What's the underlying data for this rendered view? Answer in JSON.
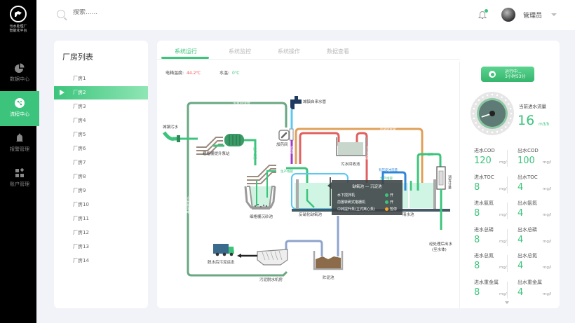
{
  "app": {
    "logo_text_line1": "污水处理厂",
    "logo_text_line2": "智能化平台"
  },
  "sidenav": {
    "items": [
      {
        "label": "数据中心",
        "icon": "pie-chart-icon",
        "active": false
      },
      {
        "label": "流程中心",
        "icon": "flow-icon",
        "active": true
      },
      {
        "label": "报警管理",
        "icon": "bell-icon",
        "active": false
      },
      {
        "label": "账户管理",
        "icon": "grid-icon",
        "active": false
      }
    ]
  },
  "header": {
    "search_placeholder": "搜索......",
    "username": "管理员",
    "has_notification": true
  },
  "plant_list": {
    "title": "厂房列表",
    "items": [
      "厂房1",
      "厂房2",
      "厂房3",
      "厂房4",
      "厂房5",
      "厂房6",
      "厂房7",
      "厂房8",
      "厂房9",
      "厂房10",
      "厂房11",
      "厂房12",
      "厂房13",
      "厂房14"
    ],
    "selected_index": 1
  },
  "tabs": [
    {
      "label": "系统运行",
      "active": true
    },
    {
      "label": "系统监控",
      "active": false
    },
    {
      "label": "系统操作",
      "active": false
    },
    {
      "label": "数据查看",
      "active": false
    }
  ],
  "readouts": {
    "cabinet_temp_label": "电箱温度:",
    "cabinet_temp_value": "44.2℃",
    "cabinet_temp_color": "#f0524f",
    "water_temp_label": "水温:",
    "water_temp_value": "0℃",
    "water_temp_color": "#3cc47c"
  },
  "diagram": {
    "labels": {
      "town_sewage": "城镇污水",
      "sewage_return_pipe": "污水回流管",
      "coarse_grid_pump": "粗格栅提升泵站",
      "dosing_room": "加药间",
      "dosing_pipe": "加药管",
      "town_tap_water": "城镇自来水管",
      "nitrification_pipe": "反硝化水管",
      "sewage_recovery_tank": "污水回收池",
      "sewage_recovery_pipe": "污水回收管",
      "production_pipe": "生产线管",
      "fine_grid_grit": "细格栅沉砂池",
      "denitrification_anoxic": "反硝化缺氧池",
      "backwash_pipe": "有压反冲洗管",
      "clear_water_tank": "清水池",
      "disinfection_meter": "消毒计量",
      "treated_outflow_line1": "经处理后出水",
      "treated_outflow_line2": "(至水体)",
      "sludge_return_pipe": "污泥回流管",
      "sludge_pipe": "污泥排放管",
      "dewatered_sludge": "脱水后污泥运走",
      "sludge_dewatering_room": "污泥脱水机房",
      "sludge_storage": "贮泥池"
    },
    "tooltip": {
      "title": "缺氧池 — 沉淀池",
      "rows": [
        {
          "label": "水下搅拌机",
          "status": "开",
          "color": "#3cc47c"
        },
        {
          "label": "前置转刷式格栅机",
          "status": "开",
          "color": "#3cc47c"
        },
        {
          "label": "中转提升泵(立式离心泵)",
          "status": "暂停",
          "color": "#f5a623"
        }
      ]
    }
  },
  "status_panel": {
    "run_status": "运行中...",
    "run_duration": "3小时53分",
    "flow_label": "当前进水流量",
    "flow_value": "16",
    "flow_unit": "m3/h",
    "gauge_level": 0.1,
    "metrics": [
      {
        "in_label": "进水COD",
        "in_value": "120",
        "out_label": "出水COD",
        "out_value": "100",
        "unit": "mg/l"
      },
      {
        "in_label": "进水TOC",
        "in_value": "8",
        "out_label": "出水TOC",
        "out_value": "4",
        "unit": "mg/l"
      },
      {
        "in_label": "进水氨氮",
        "in_value": "8",
        "out_label": "出水氨氮",
        "out_value": "4",
        "unit": "mg/l"
      },
      {
        "in_label": "进水总磷",
        "in_value": "8",
        "out_label": "出水总磷",
        "out_value": "4",
        "unit": "mg/l"
      },
      {
        "in_label": "进水总氮",
        "in_value": "8",
        "out_label": "出水总氮",
        "out_value": "4",
        "unit": "mg/l"
      },
      {
        "in_label": "进水重金属",
        "in_value": "8",
        "out_label": "出水重金属",
        "out_value": "4",
        "unit": "mg/l"
      }
    ]
  }
}
